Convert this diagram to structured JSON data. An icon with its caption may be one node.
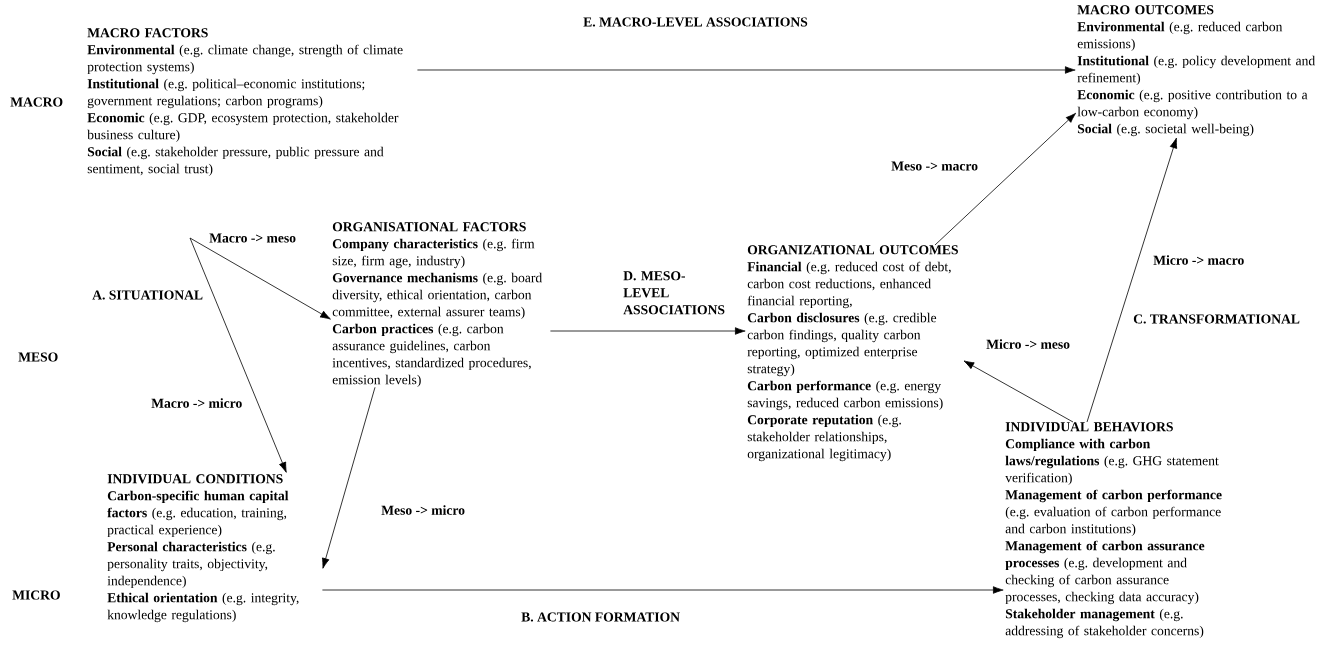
{
  "diagram": {
    "nodes": [
      {
        "text": [
          "MACRO FACTORS",
          "**Environmental** (e.g. climate change, strength of climate protection systems)",
          "**Institutional** (e.g. political–economic institutions; government regulations; carbon programs)",
          "**Economic** (e.g. GDP, ecosystem protection, stakeholder business culture)",
          "**Social** (e.g. stakeholder pressure, public pressure and sentiment, social trust)"
        ]
      },
      {
        "text": [
          "MACRO OUTCOMES",
          "**Environmental** (e.g. reduced carbon emissions)",
          "**Institutional** (e.g. policy development and refinement)",
          "**Economic** (e.g. positive contribution to a low-carbon economy)",
          "**Social** (e.g. societal well-being)"
        ]
      },
      {
        "text": [
          "ORGANISATIONAL FACTORS",
          "**Company characteristics** (e.g. firm size, firm age, industry)",
          "**Governance mechanisms** (e.g. board diversity, ethical orientation, carbon committee, external assurer teams)",
          "**Carbon practices** (e.g. carbon assurance guidelines, carbon incentives, standardized procedures, emission levels)"
        ]
      },
      {
        "text": [
          "ORGANIZATIONAL OUTCOMES",
          "**Financial** (e.g. reduced cost of debt, carbon cost reductions, enhanced financial reporting,",
          "**Carbon disclosures** (e.g. credible carbon findings, quality carbon reporting, optimized enterprise strategy)",
          "**Carbon performance** (e.g. energy savings, reduced carbon emissions)",
          "**Corporate reputation** (e.g. stakeholder relationships, organizational legitimacy)"
        ]
      },
      {
        "text": [
          "INDIVIDUAL CONDITIONS",
          "**Carbon-specific human capital factors** (e.g. education, training, practical experience)",
          "**Personal characteristics** (e.g. personality traits, objectivity, independence)",
          "**Ethical orientation** (e.g. integrity, knowledge regulations)"
        ]
      },
      {
        "text": [
          "INDIVIDUAL BEHAVIORS",
          "**Compliance with carbon laws/regulations** (e.g. GHG statement verification)",
          "**Management of carbon performance** (e.g. evaluation of carbon performance and carbon institutions)",
          "**Management of carbon assurance processes** (e.g. development and checking of carbon assurance processes, checking data accuracy)",
          "**Stakeholder management** (e.g. addressing of stakeholder concerns)"
        ]
      }
    ],
    "edges": [
      {
        "from": 0,
        "to": 1,
        "arrow": "to",
        "label": "E. MACRO-LEVEL ASSOCIATIONS"
      },
      {
        "from": 2,
        "to": 3,
        "arrow": "to",
        "label": "D. MESO-LEVEL ASSOCIATIONS"
      },
      {
        "from": null,
        "to": 2,
        "arrow": "to",
        "label": "Macro -> meso"
      },
      {
        "from": null,
        "to": 4,
        "arrow": "to",
        "label": "Macro -> micro"
      },
      {
        "from": 2,
        "to": 4,
        "arrow": "to",
        "label": "Meso -> micro"
      },
      {
        "from": 4,
        "to": 5,
        "arrow": "to",
        "label": "B. ACTION FORMATION"
      },
      {
        "from": 3,
        "to": 1,
        "arrow": "to",
        "label": "Meso -> macro"
      },
      {
        "from": 5,
        "to": 1,
        "arrow": "to",
        "label": "Micro -> macro"
      },
      {
        "from": 5,
        "to": 3,
        "arrow": "to",
        "label": "Micro -> meso"
      }
    ],
    "labels": [
      "MACRO",
      "A. SITUATIONAL",
      "MESO",
      "C. TRANSFORMATIONAL",
      "MICRO"
    ]
  }
}
